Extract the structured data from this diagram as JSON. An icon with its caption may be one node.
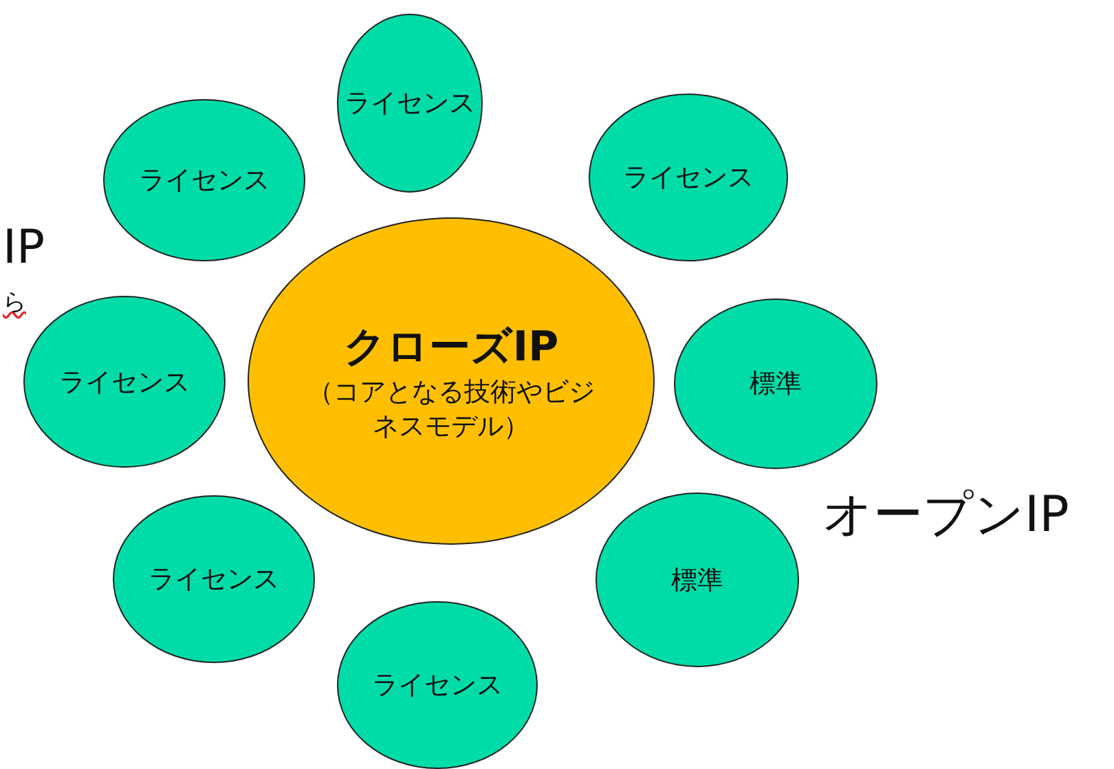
{
  "diagram": {
    "nodes": [
      {
        "text": [
          "ライセンス"
        ]
      },
      {
        "text": [
          "ライセンス"
        ]
      },
      {
        "text": [
          "ライセンス"
        ]
      },
      {
        "text": [
          "クローズIP",
          "（コアとなる技術やビジネスモデル）"
        ]
      },
      {
        "text": [
          "ライセンス"
        ]
      },
      {
        "text": [
          "標準"
        ]
      },
      {
        "text": [
          "ライセンス"
        ]
      },
      {
        "text": [
          "標準"
        ]
      },
      {
        "text": [
          "ライセンス"
        ]
      }
    ],
    "labels": [
      "IP",
      "ら",
      "オープンIP"
    ]
  }
}
